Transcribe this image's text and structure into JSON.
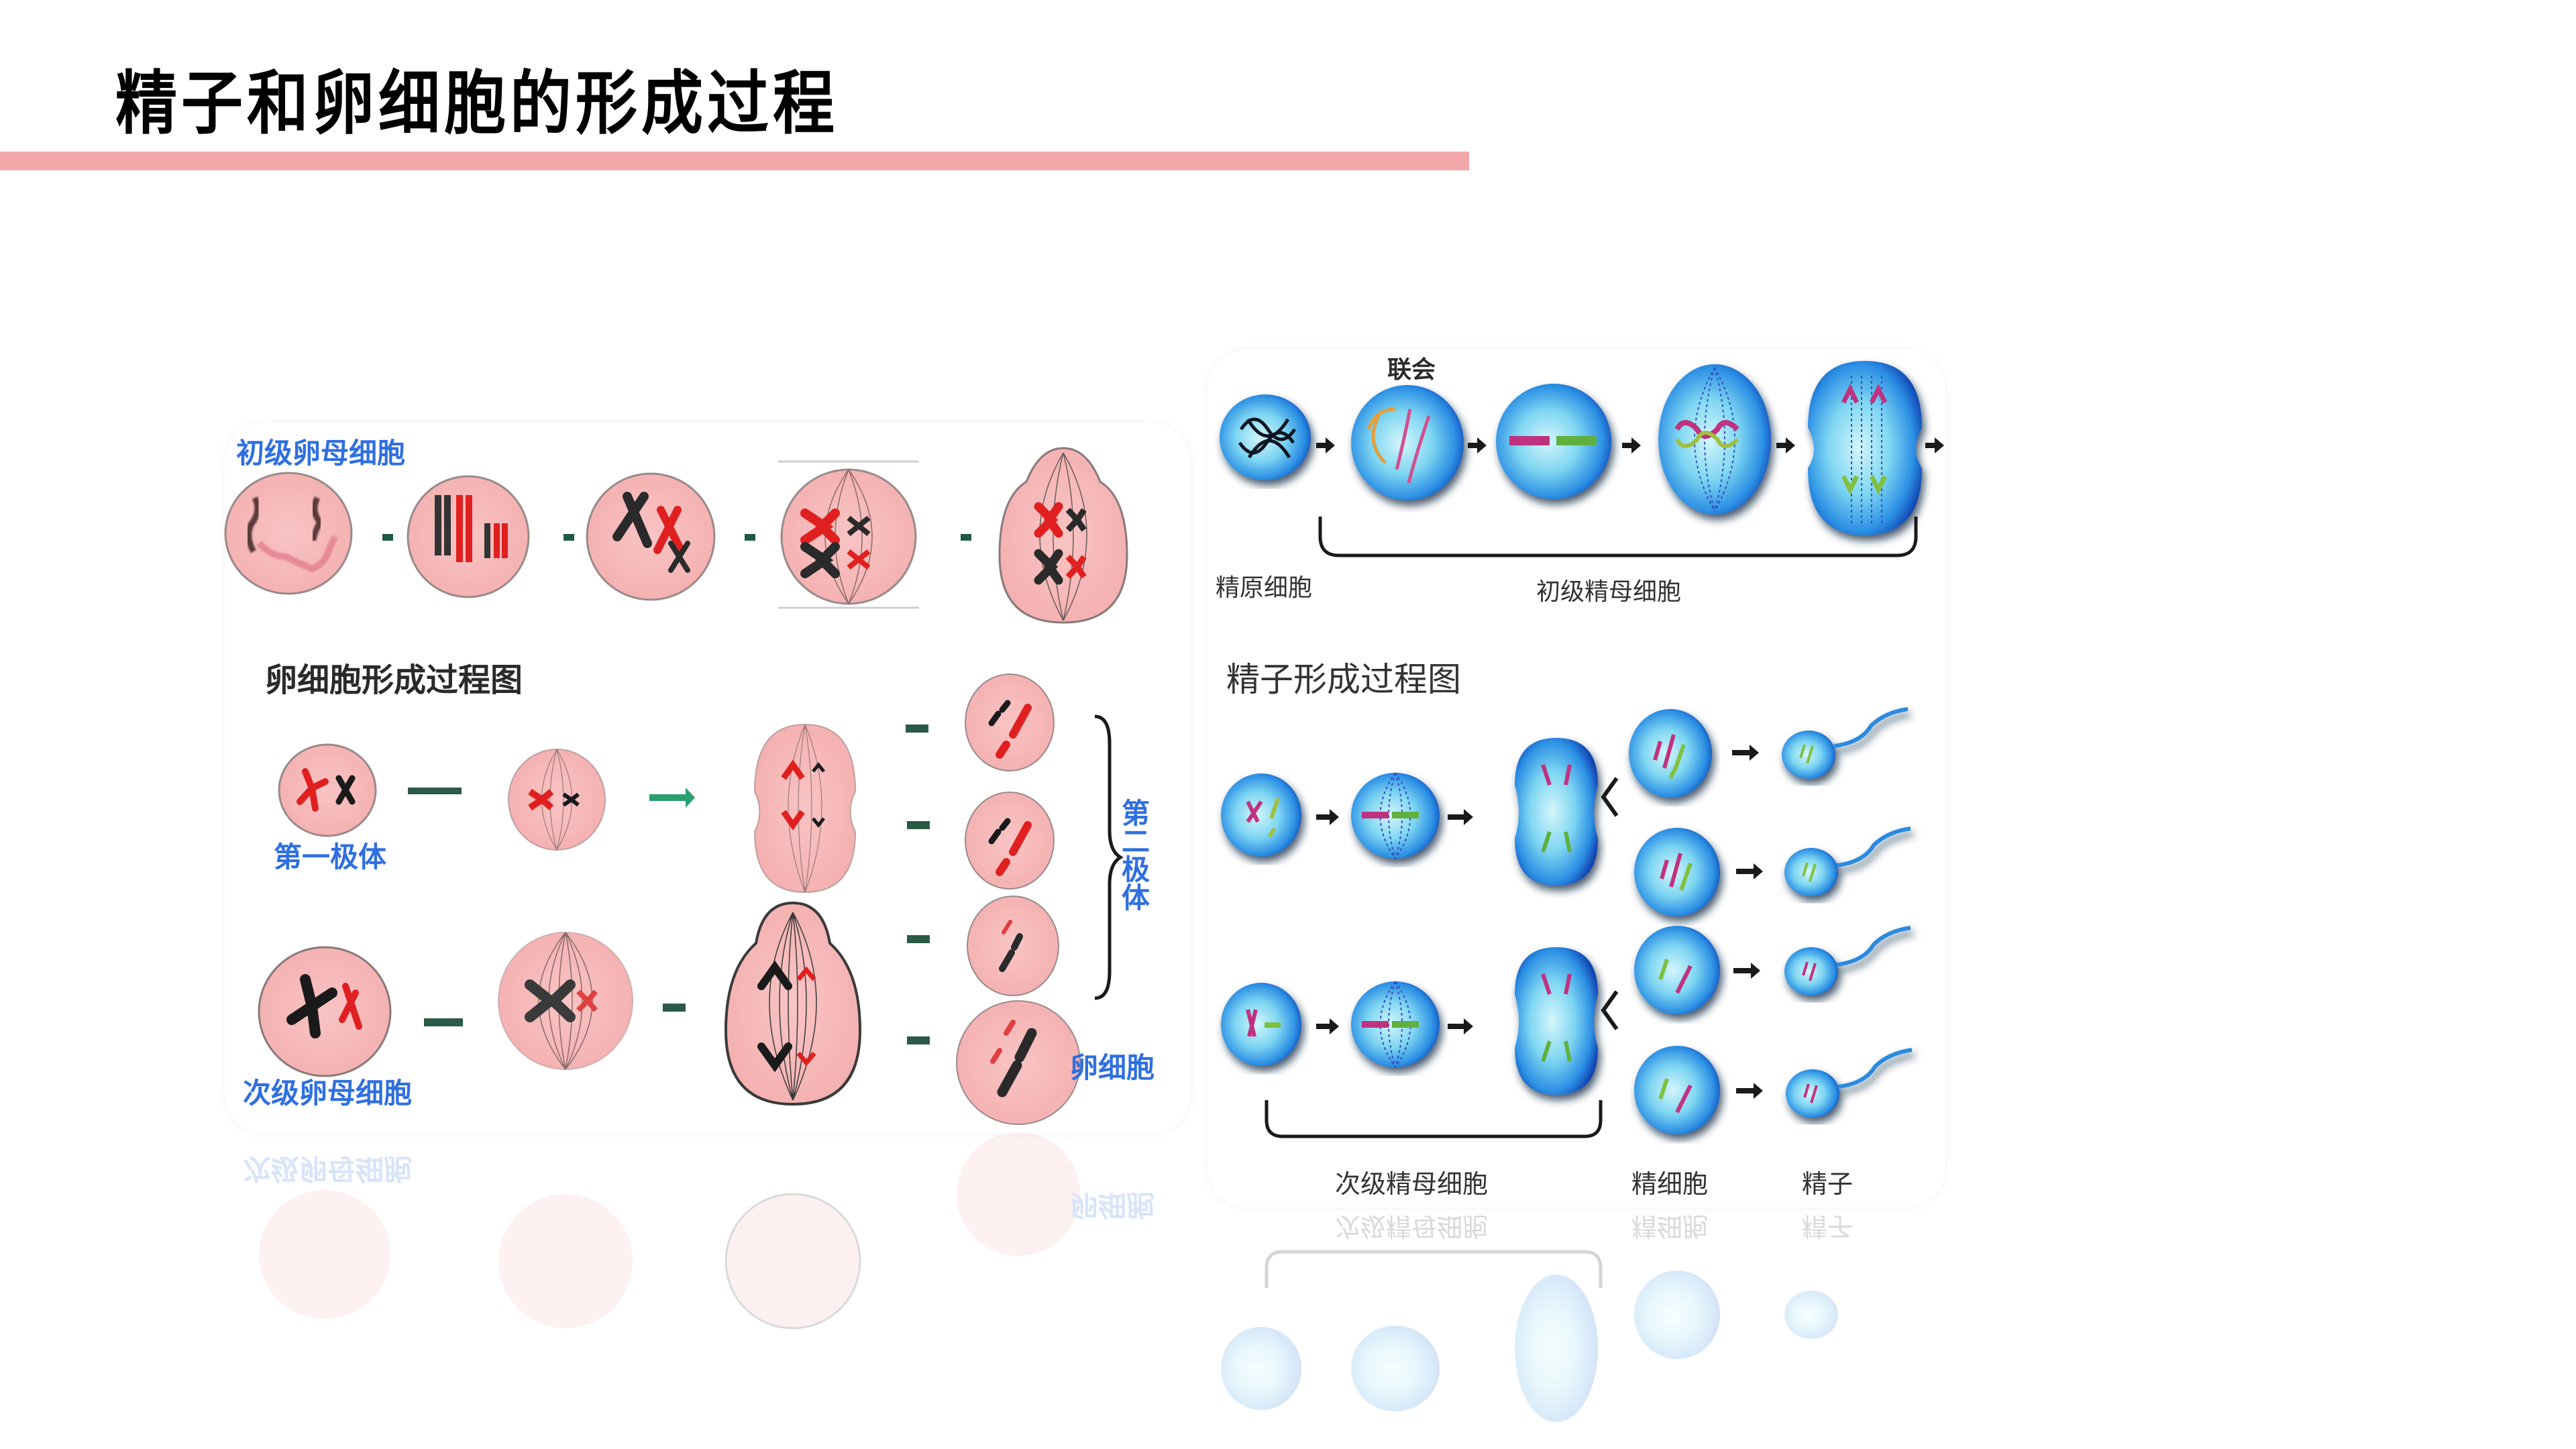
{
  "slide": {
    "title": "精子和卵细胞的形成过程",
    "accent_color": "#f2a8a8"
  },
  "oocyte_diagram": {
    "heading": "卵细胞形成过程图",
    "labels": {
      "primary_oocyte": "初级卵母细胞",
      "first_polar_body": "第一极体",
      "secondary_oocyte": "次级卵母细胞",
      "second_polar_body": "第二极体",
      "egg_cell": "卵细胞"
    },
    "label_color": "#2f6fe0",
    "cell_color": "#f7b8b8"
  },
  "sperm_diagram": {
    "heading": "精子形成过程图",
    "labels": {
      "synapsis": "联会",
      "spermatogonium": "精原细胞",
      "primary_spermatocyte": "初级精母细胞",
      "secondary_spermatocyte": "次级精母细胞",
      "spermatid": "精细胞",
      "sperm": "精子"
    },
    "cell_color": "#3aa6e8"
  }
}
